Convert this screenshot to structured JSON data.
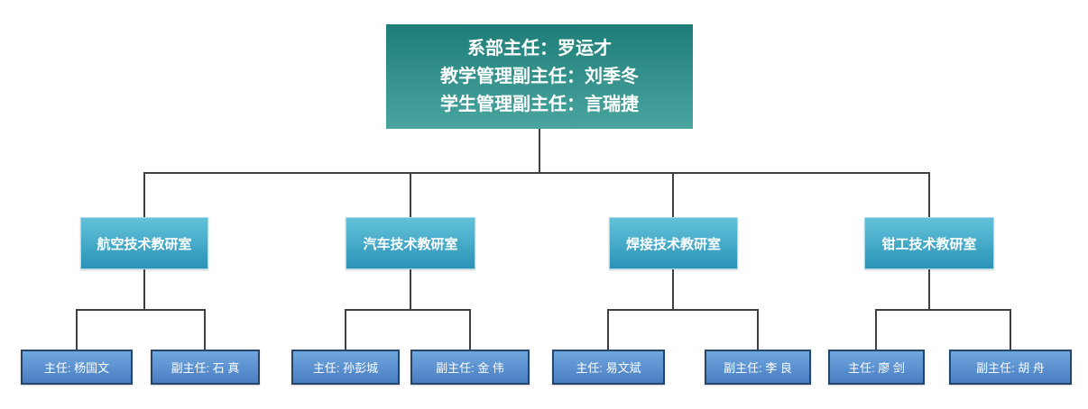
{
  "root": {
    "lines": [
      "系部主任：罗运才",
      "教学管理副主任：刘季冬",
      "学生管理副主任：言瑞捷"
    ]
  },
  "departments": [
    {
      "name": "航空技术教研室",
      "director": "主任: 杨国文",
      "deputy": "副主任: 石 真"
    },
    {
      "name": "汽车技术教研室",
      "director": "主任: 孙彭城",
      "deputy": "副主任: 金 伟"
    },
    {
      "name": "焊接技术教研室",
      "director": "主任: 易文斌",
      "deputy": "副主任: 李 良"
    },
    {
      "name": "钳工技术教研室",
      "director": "主任: 廖 剑",
      "deputy": "副主任: 胡 舟"
    }
  ],
  "colors": {
    "teal-top": "#1E7D77",
    "teal-bottom": "#4AA59F",
    "cyan-top": "#63C2DA",
    "cyan-bottom": "#2B93B7",
    "cyan-border": "#A9DBE9",
    "blue-top": "#6FA7DE",
    "blue-bottom": "#4A7EC2",
    "child-border": "#25456B",
    "line-color": "#3F3F3F",
    "text-color": "#FFFFFF"
  }
}
